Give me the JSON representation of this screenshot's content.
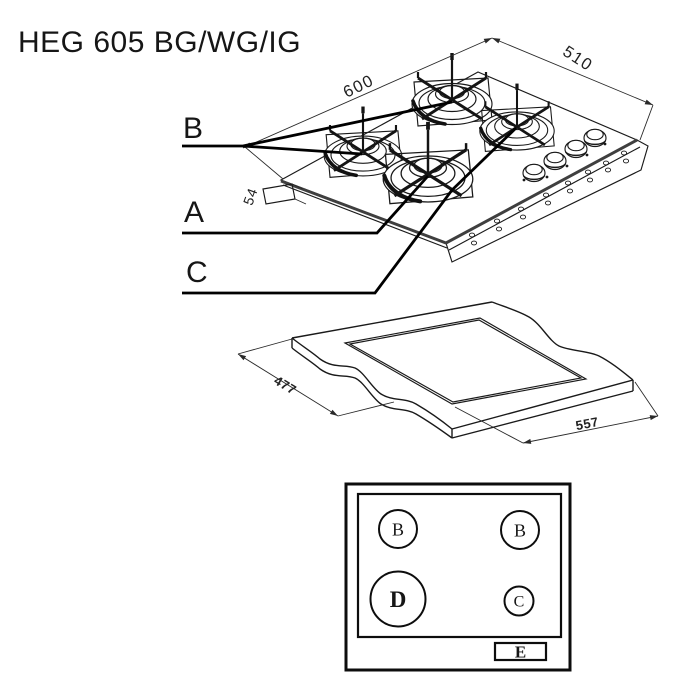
{
  "title": "HEG 605 BG/WG/IG",
  "perspective_view": {
    "dim_width": "600",
    "dim_depth": "510",
    "dim_thickness": "54",
    "label_b": "B",
    "label_a": "A",
    "label_c": "C"
  },
  "cutout_view": {
    "dim_depth": "477",
    "dim_width": "557"
  },
  "schematic": {
    "burner_top_left": "B",
    "burner_top_right": "B",
    "burner_bottom_left": "D",
    "burner_bottom_right": "C",
    "control_panel": "E"
  },
  "colors": {
    "line": "#1a1a1a",
    "leader": "#000000",
    "bevel": "#3f3f3f",
    "background": "#ffffff"
  }
}
